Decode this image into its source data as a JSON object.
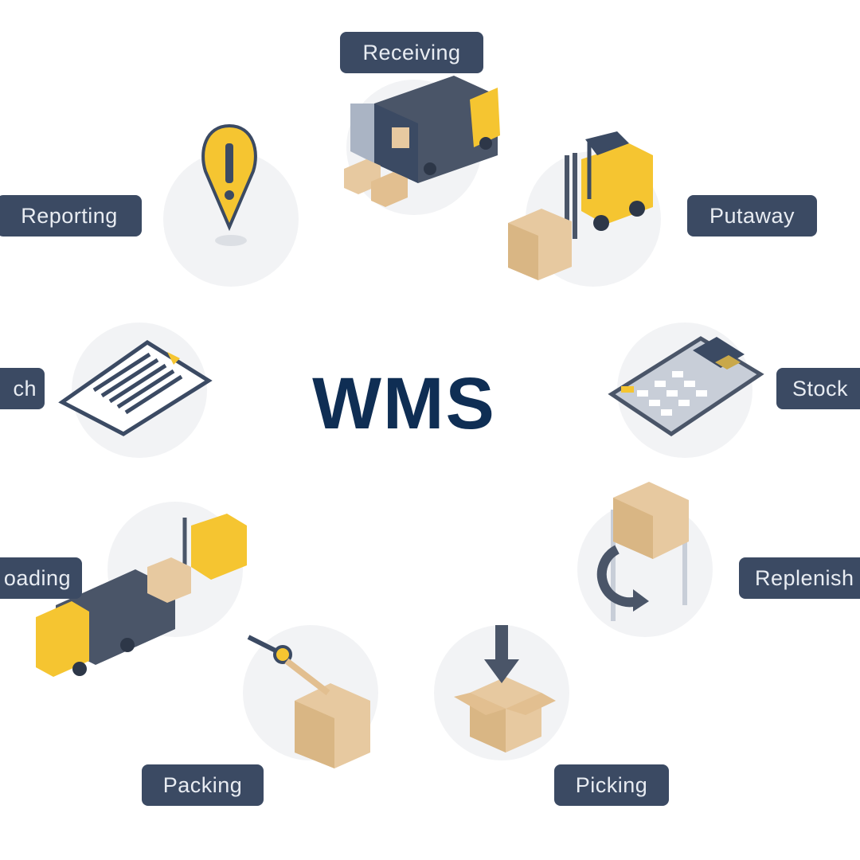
{
  "center_title": "WMS",
  "colors": {
    "label_bg": "#3b4a63",
    "label_text": "#e8ecf2",
    "title": "#0f2e54",
    "accent_yellow": "#f5c531",
    "box": "#e7c9a0",
    "dark": "#4a5568",
    "circle": "#f2f3f5"
  },
  "labels": {
    "receiving": "Receiving",
    "putaway": "Putaway",
    "stock": "Stock",
    "replenish": "Replenish",
    "picking": "Picking",
    "packing": "Packing",
    "loading": "oading",
    "dispatch": "ch",
    "reporting": "Reporting"
  },
  "icons": [
    "truck-unloading-icon",
    "forklift-icon",
    "calculator-icon",
    "rack-replenish-icon",
    "box-arrow-down-icon",
    "tape-box-icon",
    "truck-forklift-icon",
    "clipboard-document-icon",
    "alert-pin-icon"
  ]
}
